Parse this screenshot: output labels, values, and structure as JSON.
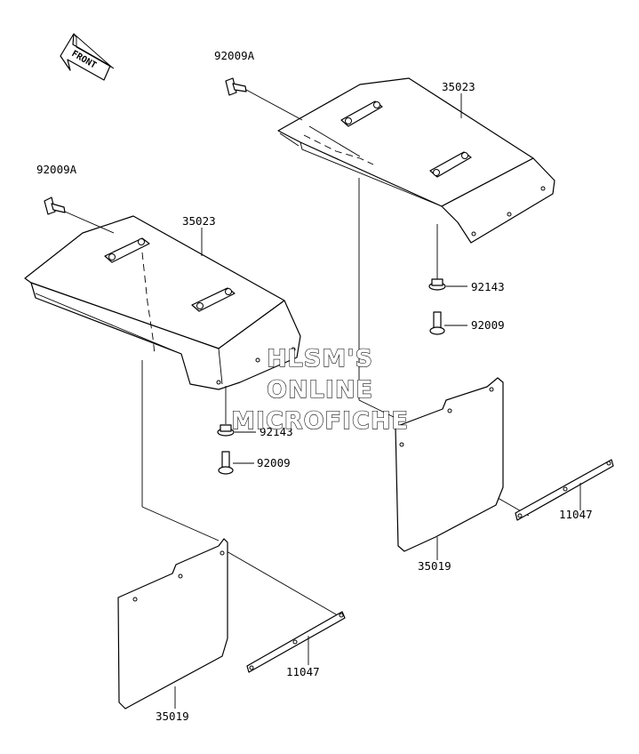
{
  "front_label": "FRONT",
  "parts": {
    "bolt_a_right": "92009A",
    "bolt_a_left": "92009A",
    "fender_right": "35023",
    "fender_left": "35023",
    "washer_right": "92143",
    "washer_left": "92143",
    "bolt_right": "92009",
    "bolt_left": "92009",
    "mudflap_right": "35019",
    "mudflap_left": "35019",
    "plate_right": "11047",
    "plate_left": "11047"
  },
  "watermark": {
    "line1": "HLSM'S",
    "line2": "ONLINE",
    "line3": "MICROFICHE"
  }
}
